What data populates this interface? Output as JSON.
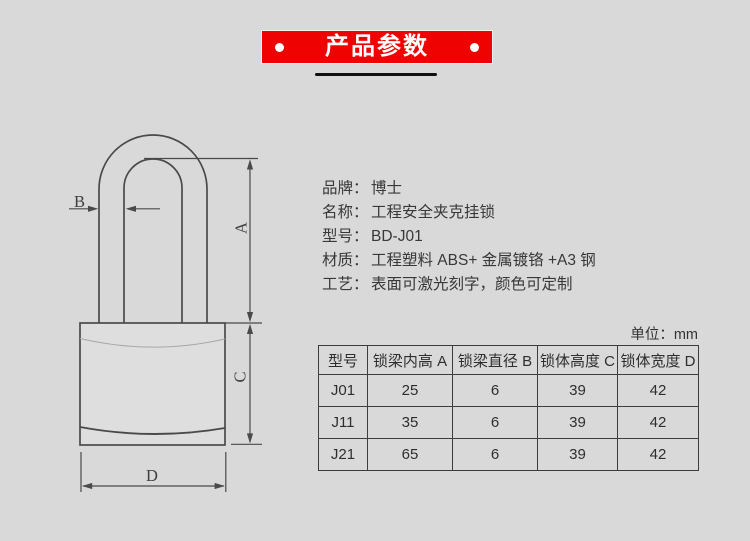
{
  "colors": {
    "page_bg": "#d9d9d9",
    "banner_red": "#ef0202",
    "banner_text": "#ffffff",
    "drawing_line": "#4a4a4a",
    "text": "#383838"
  },
  "title_banner": {
    "text": "产品参数"
  },
  "specs": [
    {
      "label": "品牌：",
      "value": "博士"
    },
    {
      "label": "名称：",
      "value": "工程安全夹克挂锁"
    },
    {
      "label": "型号：",
      "value": "BD-J01"
    },
    {
      "label": "材质：",
      "value": "工程塑料 ABS+ 金属镀铬 +A3 钢"
    },
    {
      "label": "工艺：",
      "value": "表面可激光刻字，颜色可定制"
    }
  ],
  "table": {
    "unit_label": "单位：mm",
    "headers": [
      "型号",
      "锁梁内高 A",
      "锁梁直径 B",
      "锁体高度 C",
      "锁体宽度 D"
    ],
    "rows": [
      [
        "J01",
        "25",
        "6",
        "39",
        "42"
      ],
      [
        "J11",
        "35",
        "6",
        "39",
        "42"
      ],
      [
        "J21",
        "65",
        "6",
        "39",
        "42"
      ]
    ]
  },
  "diagram": {
    "description": "padlock line drawing with dimension annotations",
    "labels": {
      "a": "A",
      "b": "B",
      "c": "C",
      "d": "D"
    }
  }
}
